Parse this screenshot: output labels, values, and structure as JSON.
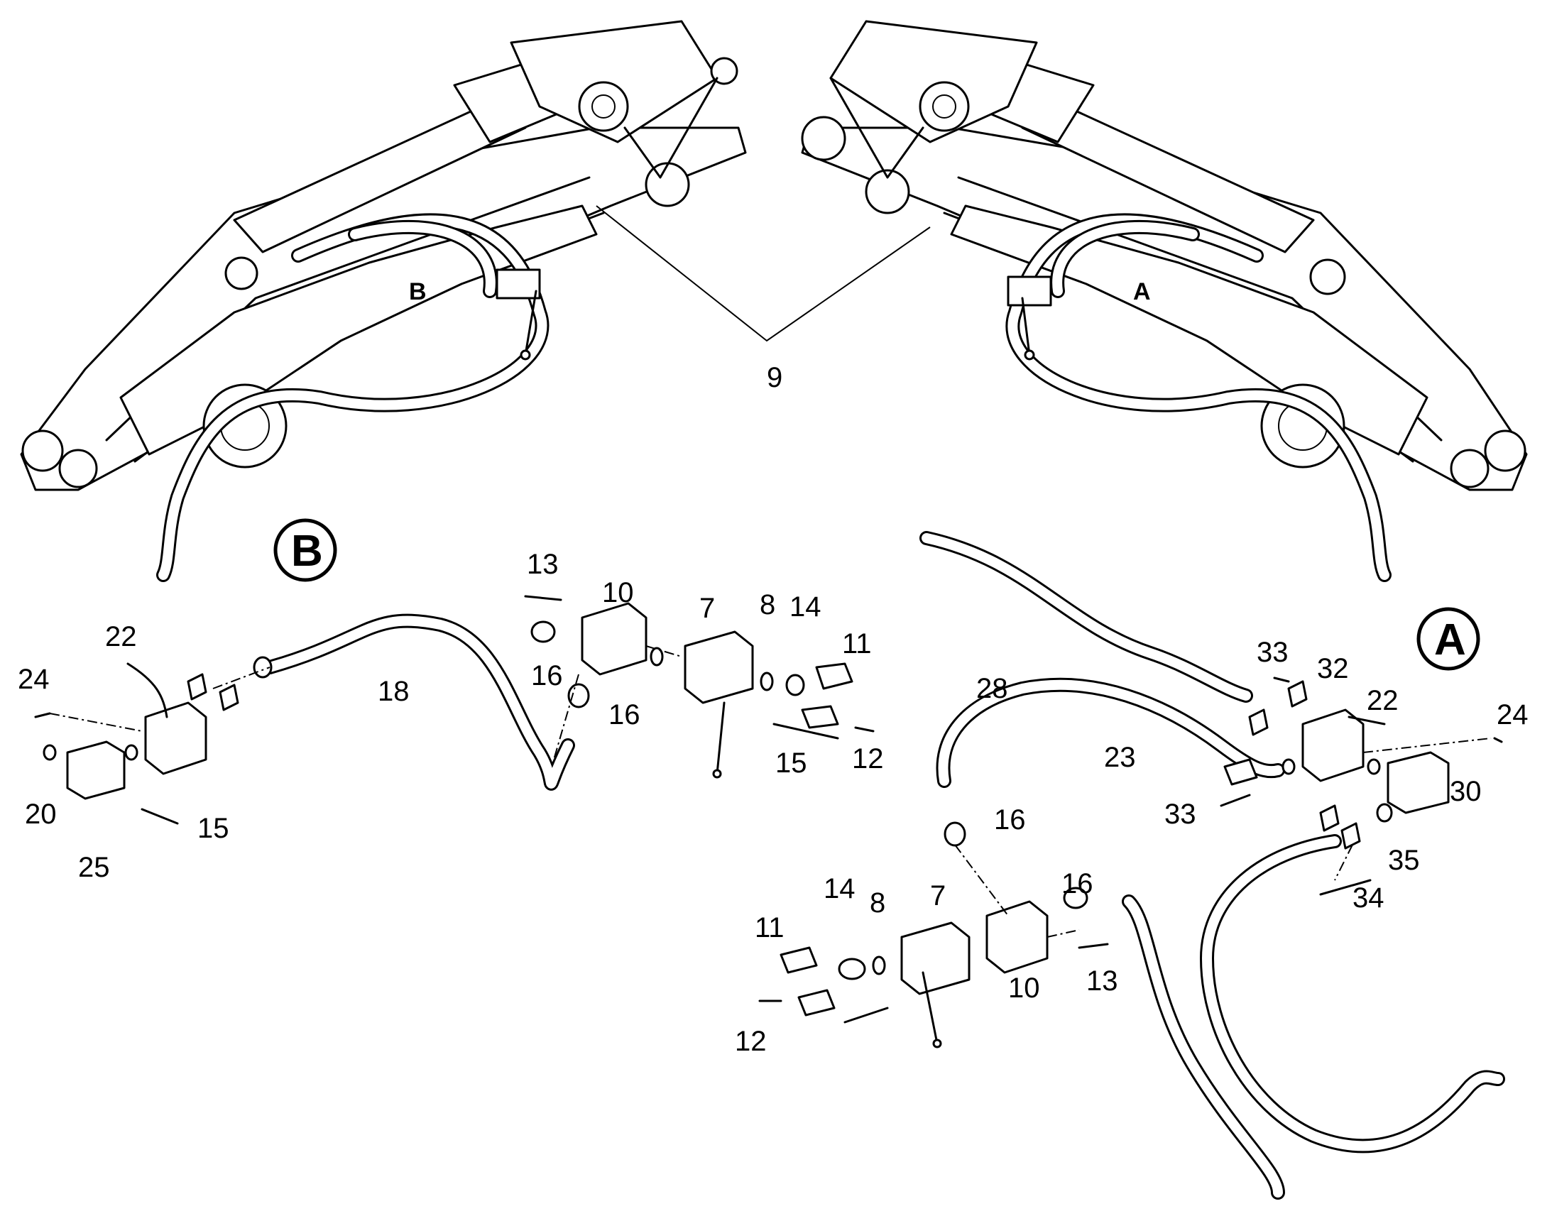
{
  "views": {
    "left_view_label": "B",
    "right_view_label": "A",
    "shared_callout": "9"
  },
  "sections": {
    "B": {
      "badge": "B",
      "callouts": {
        "c13": "13",
        "c10": "10",
        "c7": "7",
        "c8": "8",
        "c14": "14",
        "c11": "11",
        "c16a": "16",
        "c16b": "16",
        "c18": "18",
        "c22": "22",
        "c24": "24",
        "c20": "20",
        "c25": "25",
        "c15a": "15",
        "c15b": "15",
        "c12": "12"
      }
    },
    "A": {
      "badge": "A",
      "callouts": {
        "c28": "28",
        "c33a": "33",
        "c32": "32",
        "c22": "22",
        "c24": "24",
        "c23": "23",
        "c33b": "33",
        "c30": "30",
        "c16a": "16",
        "c35": "35",
        "c34": "34",
        "c16b": "16",
        "c14": "14",
        "c8": "8",
        "c7": "7",
        "c11": "11",
        "c10": "10",
        "c13": "13",
        "c12": "12"
      }
    }
  },
  "colors": {
    "line": "#000000",
    "background": "#ffffff"
  }
}
